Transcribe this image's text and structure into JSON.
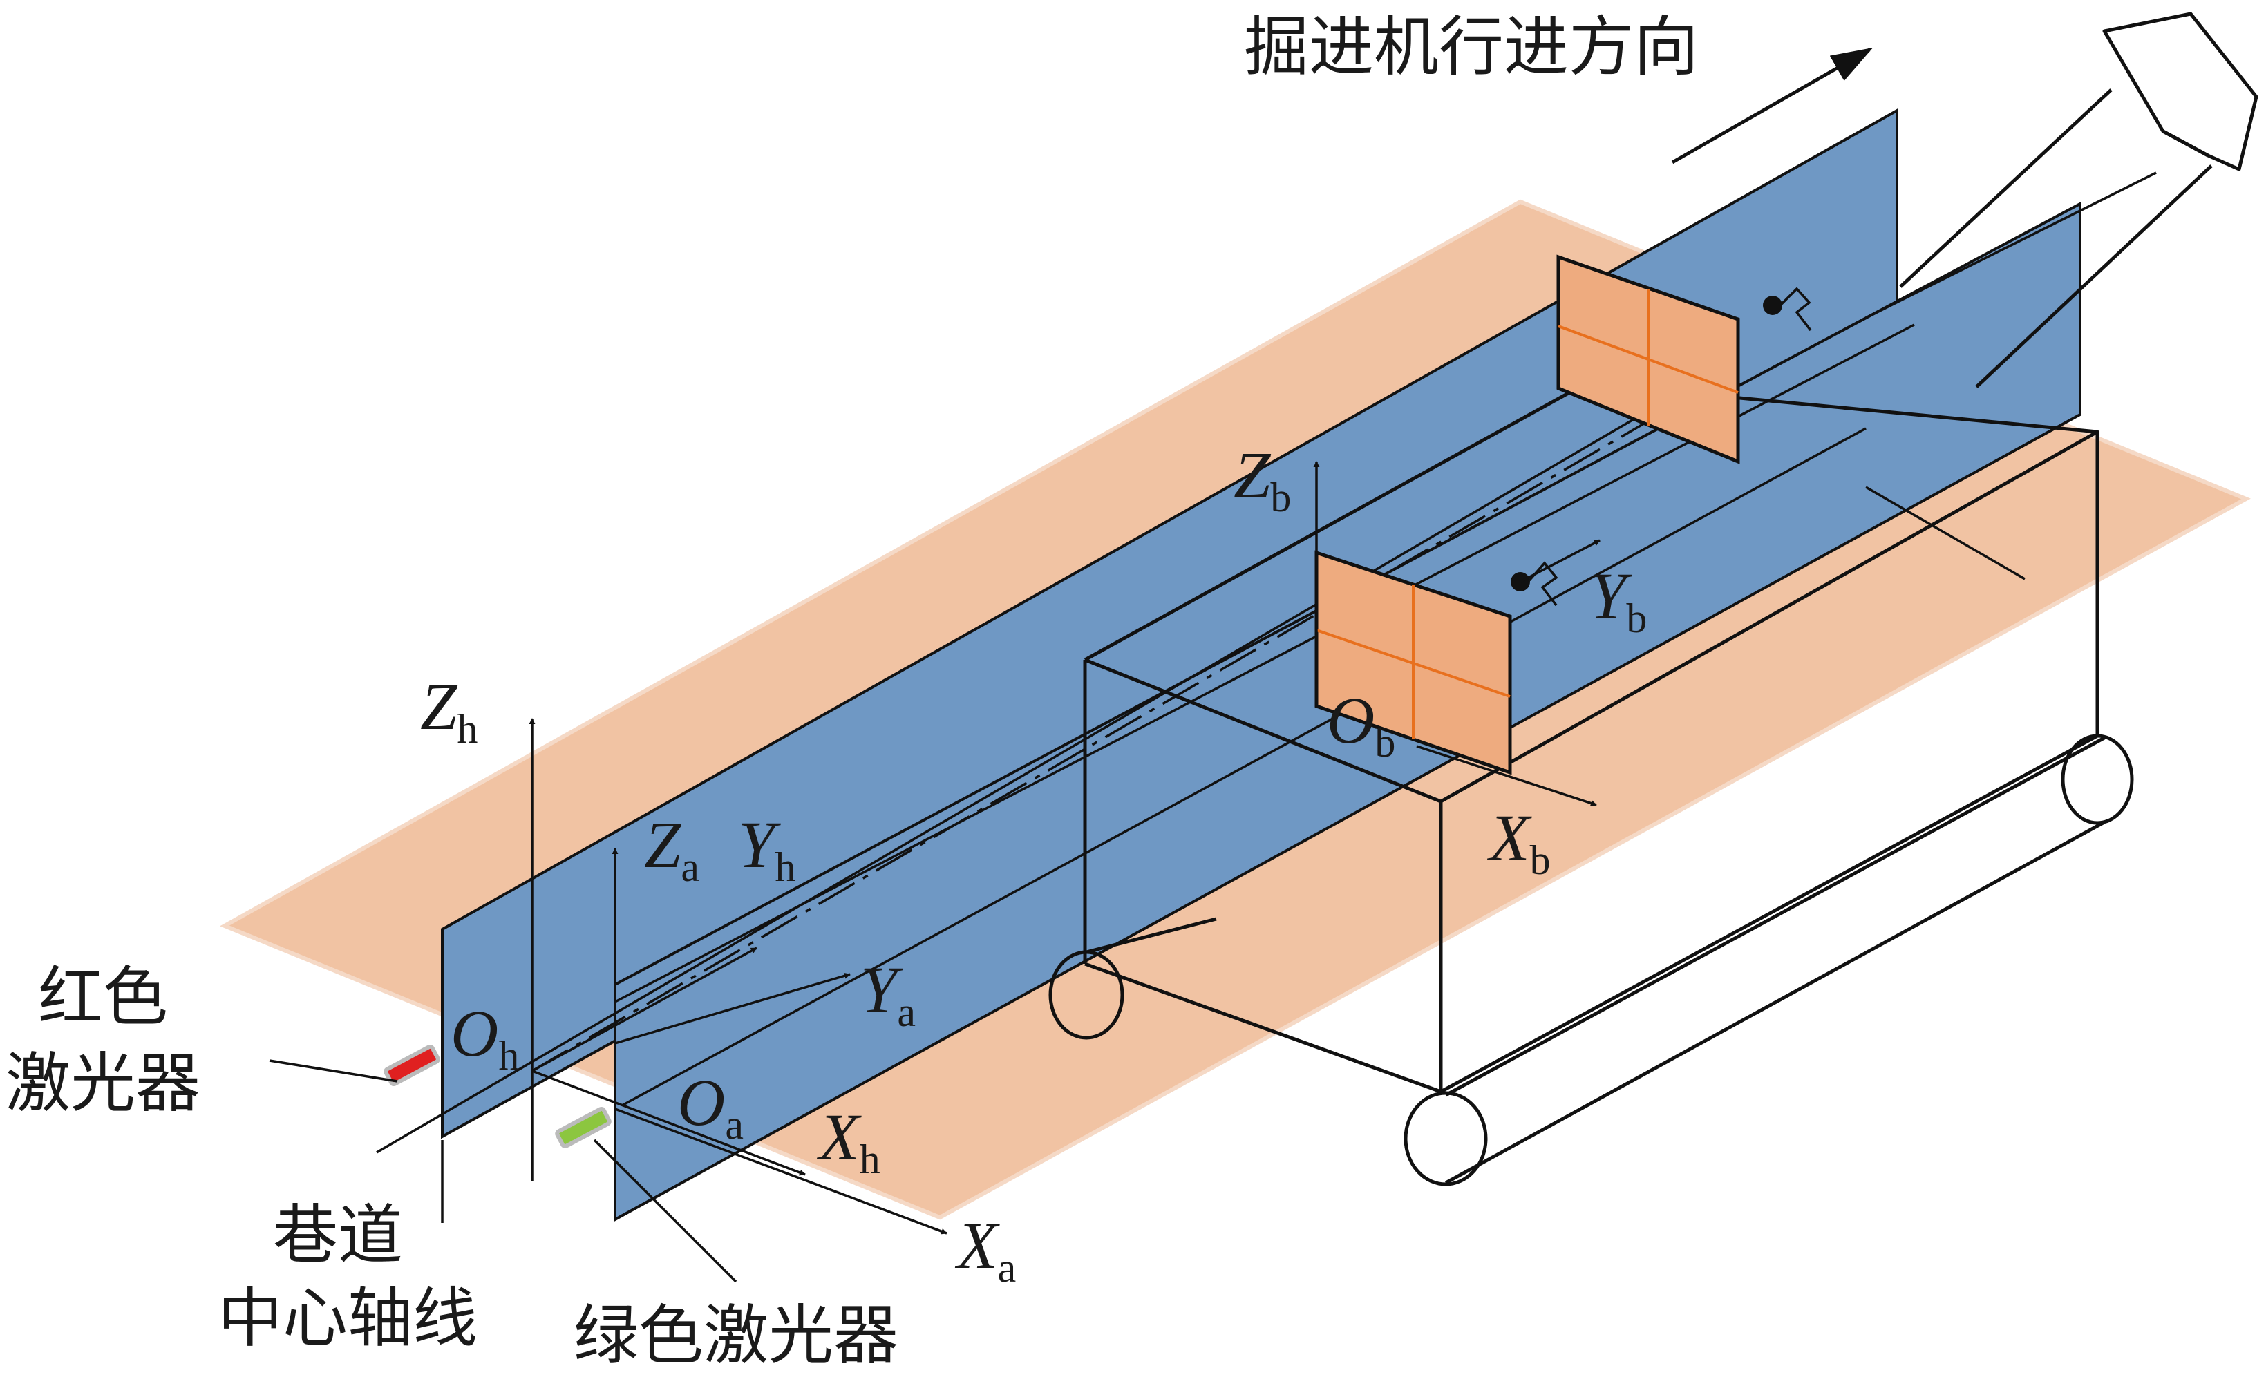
{
  "labels": {
    "direction": "掘进机行进方向",
    "red_laser_line1": "红色",
    "red_laser_line2": "激光器",
    "axis_line1": "巷道",
    "axis_line2": "中心轴线",
    "green_laser": "绿色激光器"
  },
  "axes": {
    "Zh": {
      "main": "Z",
      "sub": "h"
    },
    "Yh": {
      "main": "Y",
      "sub": "h"
    },
    "Xh": {
      "main": "X",
      "sub": "h"
    },
    "Oh": {
      "main": "O",
      "sub": "h"
    },
    "Za": {
      "main": "Z",
      "sub": "a"
    },
    "Ya": {
      "main": "Y",
      "sub": "a"
    },
    "Xa": {
      "main": "X",
      "sub": "a"
    },
    "Oa": {
      "main": "O",
      "sub": "a"
    },
    "Zb": {
      "main": "Z",
      "sub": "b"
    },
    "Yb": {
      "main": "Y",
      "sub": "b"
    },
    "Xb": {
      "main": "X",
      "sub": "b"
    },
    "Ob": {
      "main": "O",
      "sub": "b"
    }
  },
  "colors": {
    "floor_plane": "#f1c3a3",
    "laser_plane": "#6f98c4",
    "target_board": "#eeab7f",
    "target_cross": "#e8701e",
    "red_laser": "#e02020",
    "green_laser": "#8cc63f"
  }
}
